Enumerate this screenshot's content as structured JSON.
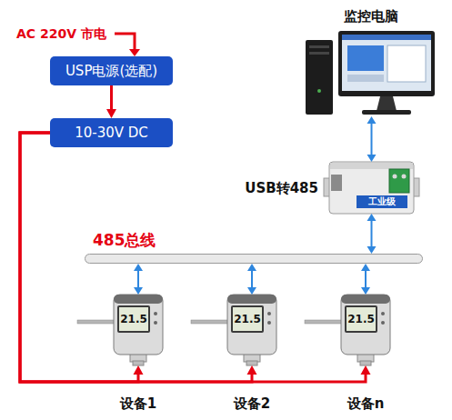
{
  "diagram": {
    "nodes": [
      {
        "text": [
          "USP电源(选配)"
        ]
      },
      {
        "text": [
          "10-30V DC"
        ]
      },
      {
        "text": [
          "监控电脑"
        ]
      },
      {
        "text": [
          "USB转485"
        ]
      },
      {
        "text": [
          "485总线"
        ]
      },
      {
        "text": [
          "设备1"
        ]
      },
      {
        "text": [
          "设备2"
        ]
      },
      {
        "text": [
          "设备n"
        ]
      }
    ],
    "edges": [
      {
        "from": 0,
        "to": 1,
        "arrow": "to"
      },
      {
        "from": 1,
        "to": 5,
        "arrow": "to"
      },
      {
        "from": 1,
        "to": 6,
        "arrow": "to"
      },
      {
        "from": 1,
        "to": 7,
        "arrow": "to"
      },
      {
        "from": 2,
        "to": 3,
        "arrow": "both"
      },
      {
        "from": 3,
        "to": 4,
        "arrow": "both"
      },
      {
        "from": 4,
        "to": 5,
        "arrow": "both"
      },
      {
        "from": 4,
        "to": 6,
        "arrow": "both"
      },
      {
        "from": 4,
        "to": 7,
        "arrow": "both"
      }
    ],
    "labels": [
      "AC 220V 市电",
      "21.5",
      "21.5",
      "21.5",
      "工业级"
    ]
  }
}
